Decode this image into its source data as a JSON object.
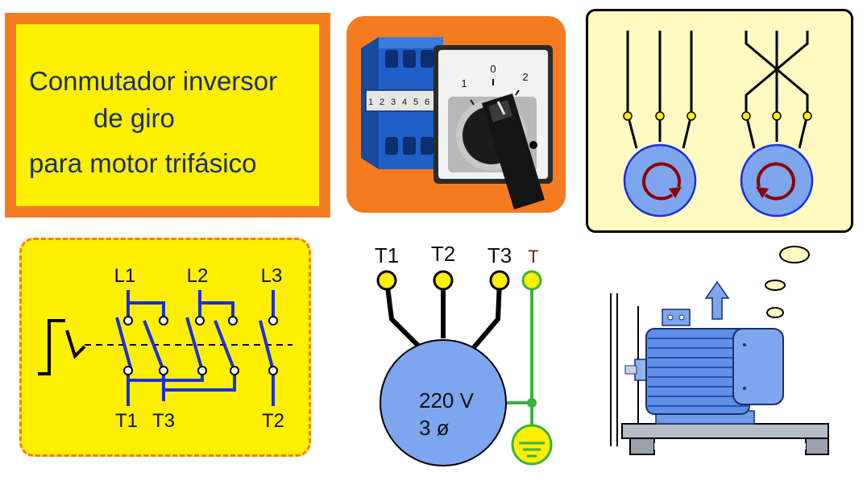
{
  "title": {
    "line1": "Conmutador inversor",
    "line2": "de giro",
    "line3": "para motor trifásico"
  },
  "selector_switch": {
    "positions": [
      "1",
      "0",
      "2"
    ],
    "contact_labels": [
      "1",
      "2",
      "3",
      "4",
      "5",
      "6"
    ]
  },
  "switch_diagram": {
    "top_labels": [
      "L1",
      "L2",
      "L3"
    ],
    "bottom_labels": [
      "T1",
      "T3",
      "T2"
    ]
  },
  "motor_connection": {
    "terminals": [
      "T1",
      "T2",
      "T3"
    ],
    "ground_label": "T",
    "voltage": "220 V",
    "phase": "3 ø"
  },
  "colors": {
    "orange": "#f57b20",
    "yellow": "#ffef00",
    "pale_yellow": "#fff9c2",
    "wire_blue": "#1a2fe0",
    "motor_blue": "#7ea6ee",
    "arrow_red": "#8b0000",
    "ground_green": "#3cb043",
    "text_navy": "#1b2f6a"
  }
}
